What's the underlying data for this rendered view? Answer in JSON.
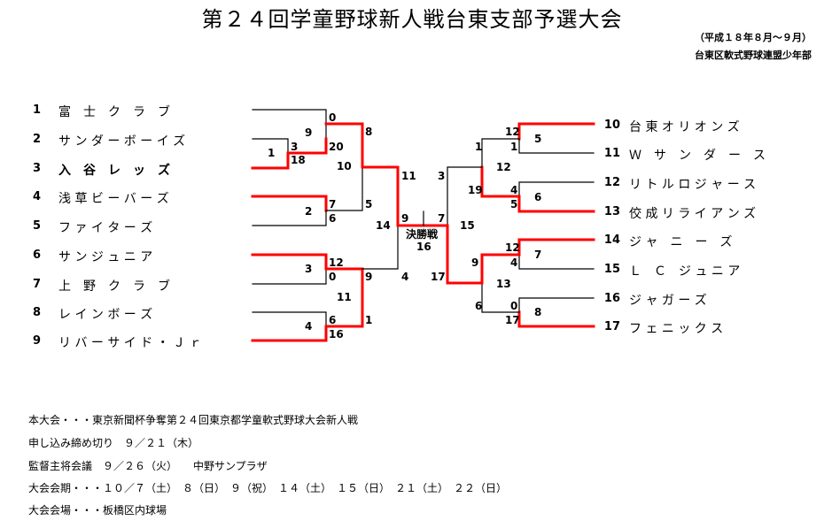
{
  "title": "第２４回学童野球新人戦台東支部予選大会",
  "period": "（平成１８年８月～９月）",
  "organizer": "台東区軟式野球連盟少年部",
  "left_teams": [
    {
      "num": "1",
      "name": "富　士　ク　ラ　ブ"
    },
    {
      "num": "2",
      "name": "サ ン ダ ー ボ ー イ ズ"
    },
    {
      "num": "3",
      "name": "入　谷　レ　ッ　ズ"
    },
    {
      "num": "4",
      "name": "浅 草 ビ ー バ ー ズ"
    },
    {
      "num": "5",
      "name": "フ ァ イ タ ー ズ"
    },
    {
      "num": "6",
      "name": "サ ン ジ ュ ニ ア"
    },
    {
      "num": "7",
      "name": "上　野　ク　ラ　ブ"
    },
    {
      "num": "8",
      "name": "レ イ ン ボ ー ズ"
    },
    {
      "num": "9",
      "name": "リ バ ー サ イ ド ・ Ｊ ｒ"
    }
  ],
  "right_teams": [
    {
      "num": "10",
      "name": "台 東 オ リ オ ン ズ"
    },
    {
      "num": "11",
      "name": "Ｗ　サ　ン　ダ　ー　ス"
    },
    {
      "num": "12",
      "name": "リ ト ル ロ ジ ャ ー ス"
    },
    {
      "num": "13",
      "name": "佼 成 リ ラ イ ア ン ズ"
    },
    {
      "num": "14",
      "name": "ジ ャ　ニ　ー　ズ"
    },
    {
      "num": "15",
      "name": "Ｌ　Ｃ　ジ ュ ニ ア"
    },
    {
      "num": "16",
      "name": "ジ ャ ガ ー ズ"
    },
    {
      "num": "17",
      "name": "フ ェ ニ ッ ク ス"
    }
  ],
  "games": {
    "g1": "1",
    "g2": "2",
    "g3": "3",
    "g4": "4",
    "g5": "5",
    "g6": "6",
    "g7": "7",
    "g8": "8",
    "g9": "9",
    "g10": "10",
    "g11": "11",
    "g12": "12",
    "g13": "13",
    "g14": "14",
    "g15": "15",
    "g16": "16"
  },
  "scores": {
    "g1_top": "3",
    "g1_bot": "18",
    "g9_top": "0",
    "g9_bot": "20",
    "g2_top": "7",
    "g2_bot": "6",
    "g3_top": "12",
    "g3_bot": "0",
    "g4_top": "6",
    "g4_bot": "16",
    "g10_top": "8",
    "g10_bot": "5",
    "g11_top": "9",
    "g11_bot": "1",
    "g14_top": "11",
    "g14_bot": "4",
    "g5_top": "12",
    "g5_bot": "1",
    "g6_top": "4",
    "g6_bot": "5",
    "g7_top": "12",
    "g7_bot": "4",
    "g8_top": "0",
    "g8_bot": "17",
    "g12_top": "1",
    "g12_bot": "19",
    "g13_top": "9",
    "g13_bot": "6",
    "g15_top": "3",
    "g15_bot": "17",
    "final_left": "9",
    "final_right": "7"
  },
  "final_label": "決勝戦",
  "notes": [
    "本大会・・・東京新聞杯争奪第２４回東京都学童軟式野球大会新人戦",
    "申し込み締め切り　９／２１（木）",
    "監督主将会議　９／２６（火）　　中野サンプラザ",
    "大会会期・・・１０／７（土）　８（日）　９（祝）　１４（土）　１５（日）　２１（土）　２２（日）",
    "大会会場・・・板橋区内球場"
  ],
  "colors": {
    "winner": "#ff0000",
    "loser": "#000000"
  }
}
